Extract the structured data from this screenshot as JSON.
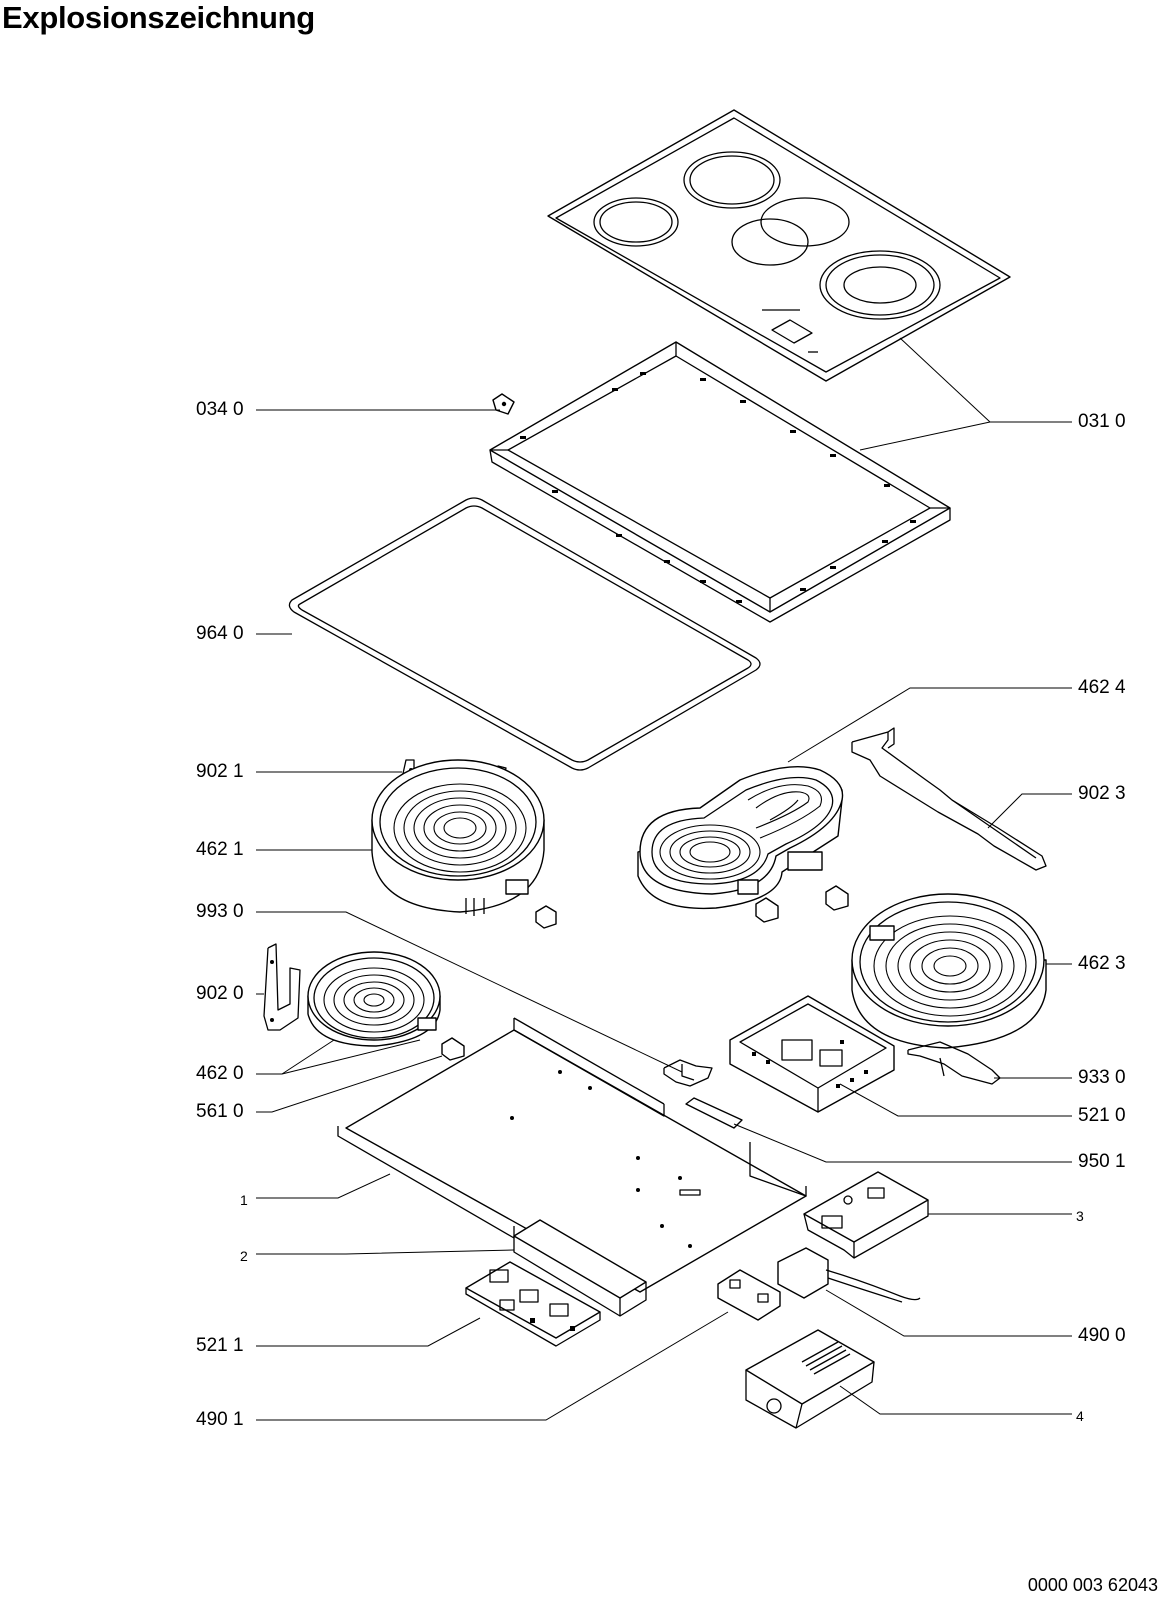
{
  "title": "Explosionszeichnung",
  "document_number": "0000 003 62043",
  "callouts": {
    "p0340": "034 0",
    "p0310": "031 0",
    "p9640": "964 0",
    "p4624": "462 4",
    "p9021": "902 1",
    "p9023": "902 3",
    "p4621": "462 1",
    "p9930": "993 0",
    "p4623": "462 3",
    "p9020": "902 0",
    "p4620": "462 0",
    "p9330": "933 0",
    "p5610": "561 0",
    "p5210": "521 0",
    "p9501": "950 1",
    "p1": "1",
    "p3": "3",
    "p2": "2",
    "p5211": "521 1",
    "p4900": "490 0",
    "p4901": "490 1",
    "p4": "4"
  }
}
